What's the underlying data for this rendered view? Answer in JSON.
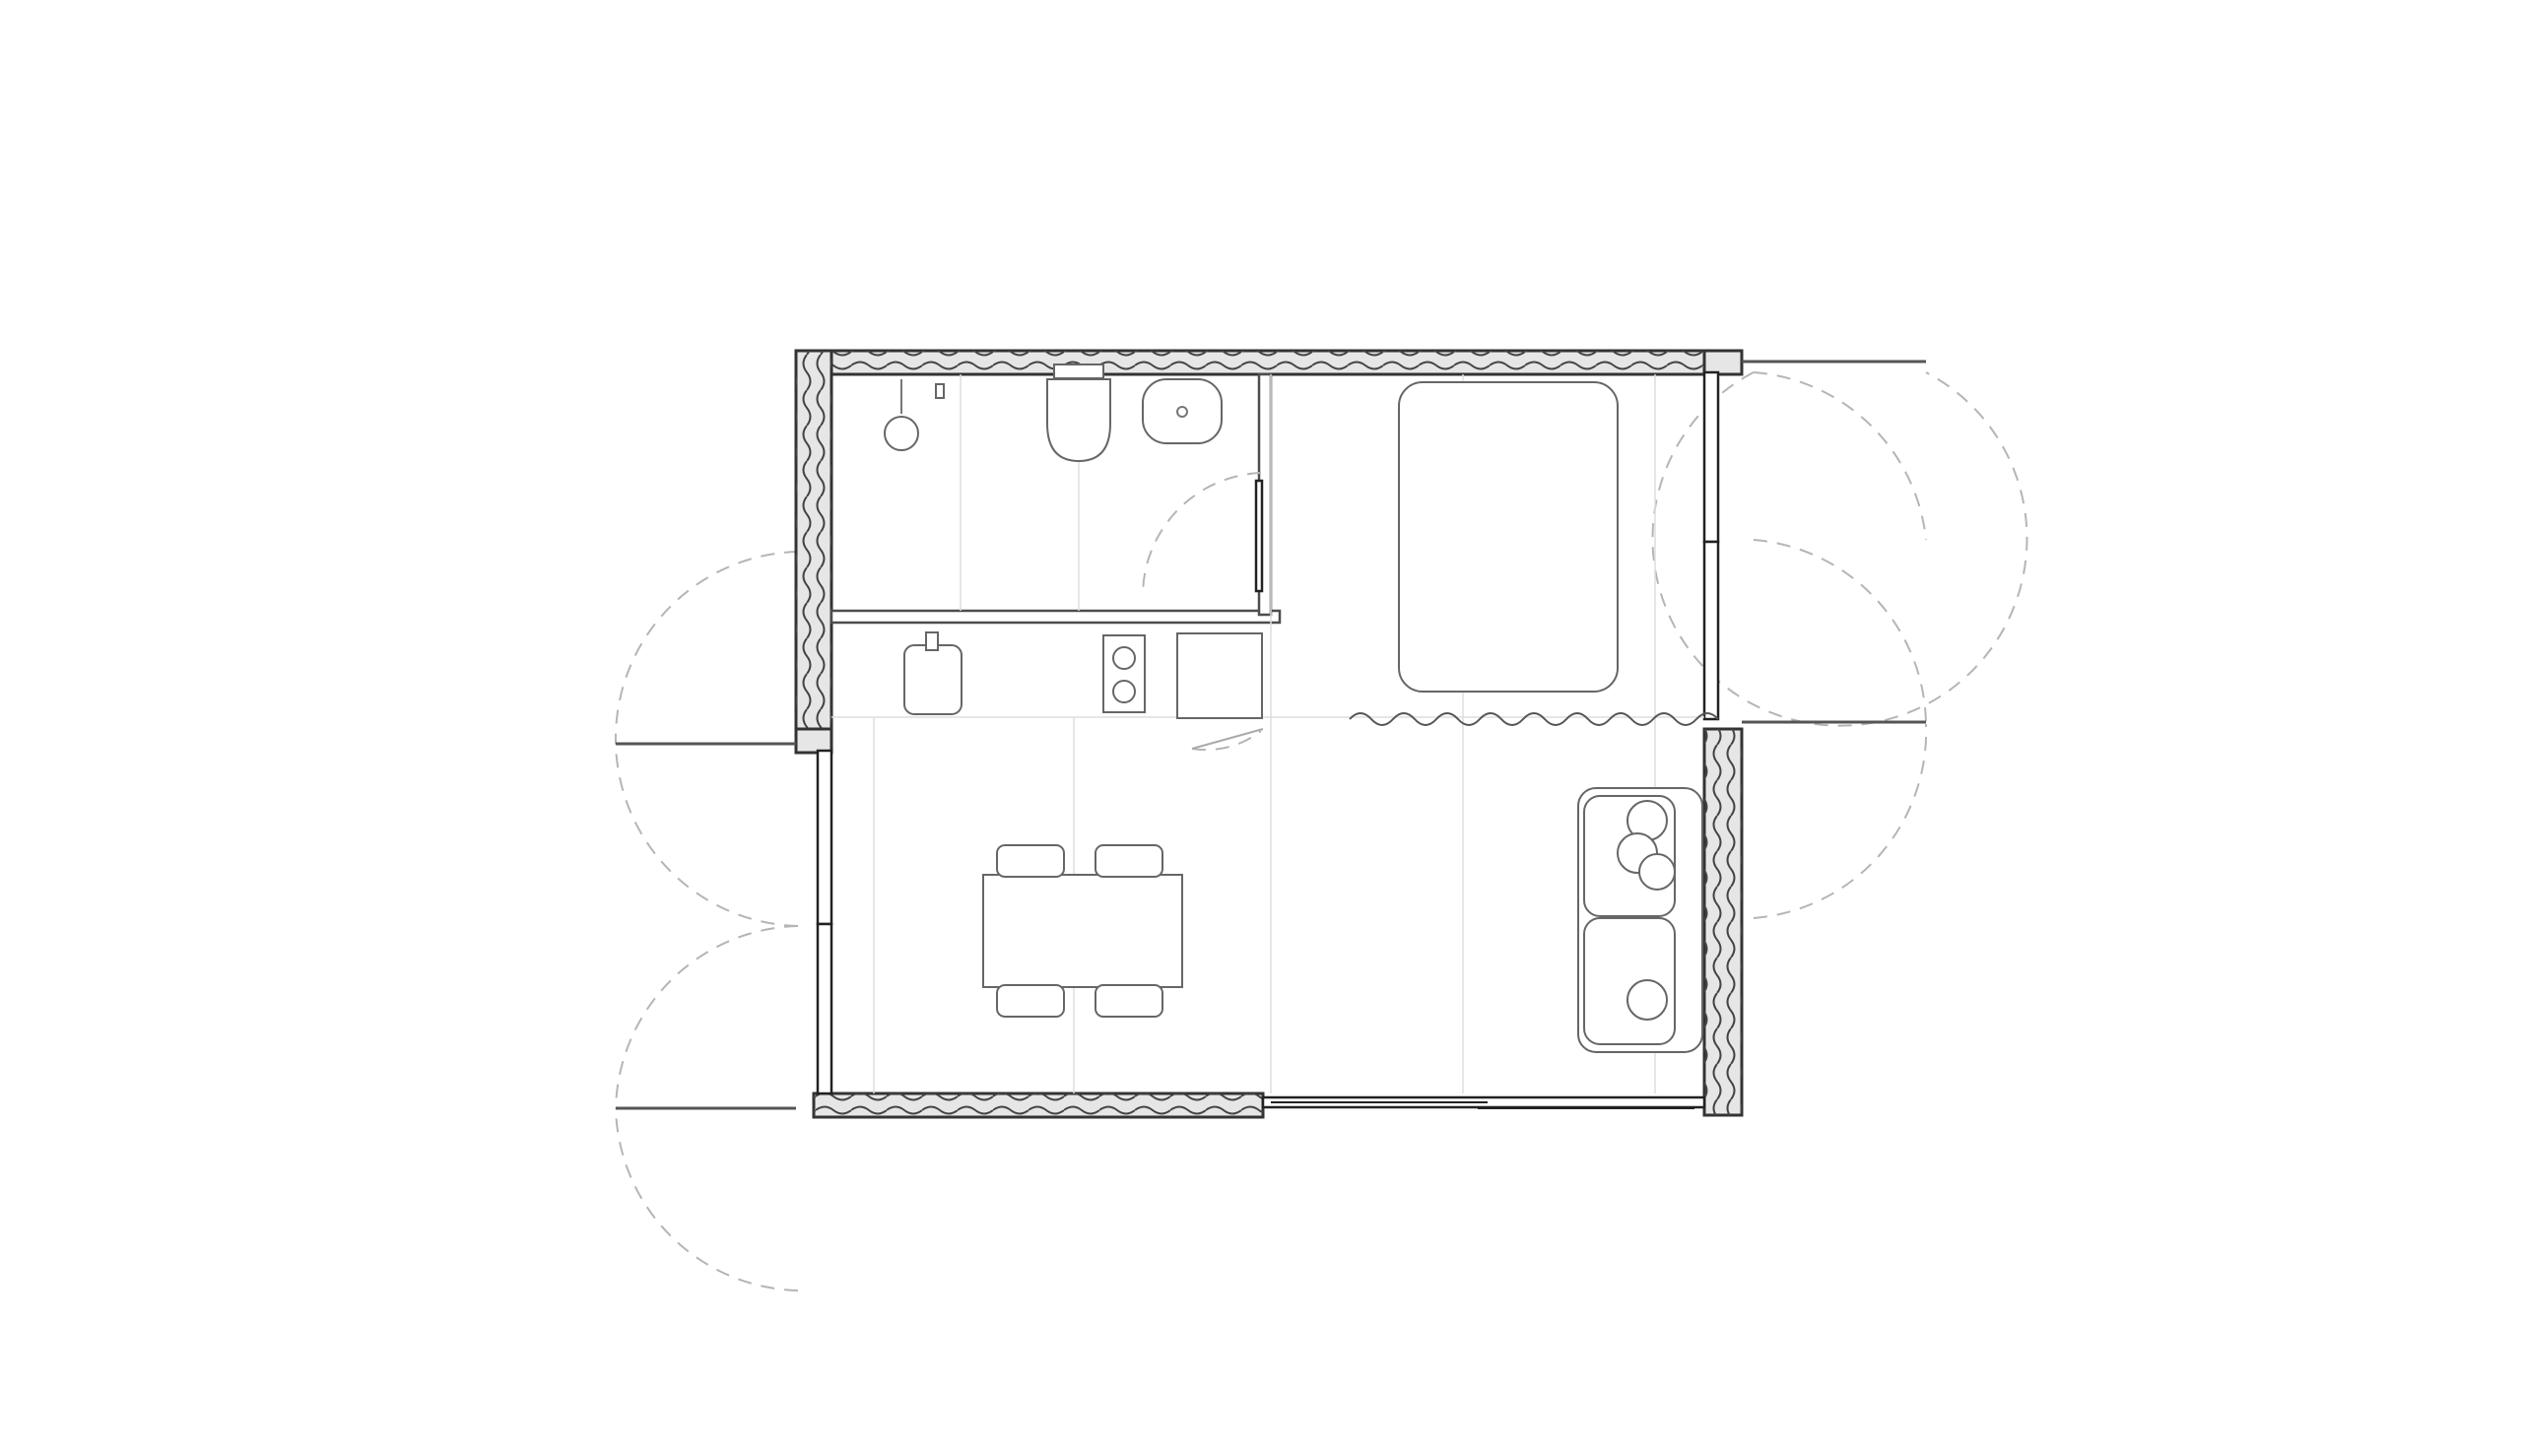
{
  "drawing": {
    "kind": "floor-plan",
    "rooms": [
      "bathroom",
      "bedroom",
      "kitchen",
      "living-dining"
    ],
    "colors": {
      "line": "#333333",
      "wall_fill": "#e6e6e6",
      "guide": "#dddddd",
      "door_swing": "#b5b5b5",
      "background": "#ffffff"
    },
    "fixtures": [
      "shower",
      "toilet",
      "washbasin",
      "kitchen-sink",
      "cooktop",
      "fridge",
      "bed",
      "dining-table",
      "dining-chair",
      "sofa",
      "curtain"
    ],
    "openings": [
      "bathroom-door",
      "kitchen-door",
      "glass-door-west-upper",
      "glass-door-west-lower",
      "glass-door-east-upper",
      "glass-door-east-lower",
      "sliding-window-south"
    ]
  }
}
